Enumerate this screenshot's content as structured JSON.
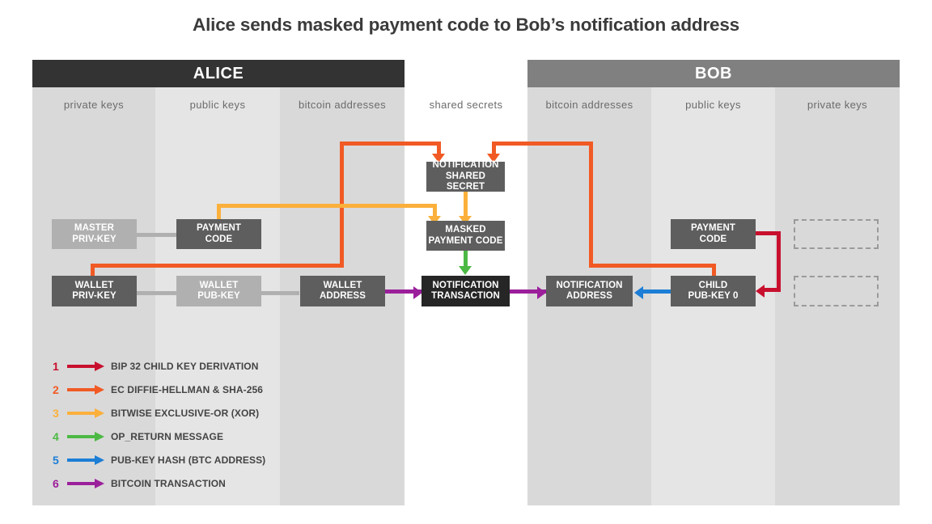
{
  "title": "Alice sends masked payment code to Bob’s notification address",
  "parties": [
    {
      "name": "ALICE",
      "color": "#333333"
    },
    {
      "name": "BOB",
      "color": "#808080"
    }
  ],
  "columns": [
    {
      "id": "alice-private-keys",
      "label": "private keys"
    },
    {
      "id": "alice-public-keys",
      "label": "public keys"
    },
    {
      "id": "alice-bitcoin-addresses",
      "label": "bitcoin addresses"
    },
    {
      "id": "shared-secrets",
      "label": "shared secrets"
    },
    {
      "id": "bob-bitcoin-addresses",
      "label": "bitcoin addresses"
    },
    {
      "id": "bob-public-keys",
      "label": "public keys"
    },
    {
      "id": "bob-private-keys",
      "label": "private keys"
    }
  ],
  "nodes": {
    "notification_shared_secret": {
      "line1": "NOTIFICATION",
      "line2": "SHARED SECRET"
    },
    "masked_payment_code": {
      "line1": "MASKED",
      "line2": "PAYMENT CODE"
    },
    "notification_transaction": {
      "line1": "NOTIFICATION",
      "line2": "TRANSACTION"
    },
    "alice_master_priv_key": {
      "line1": "MASTER",
      "line2": "PRIV-KEY"
    },
    "alice_payment_code": {
      "line1": "PAYMENT",
      "line2": "CODE"
    },
    "alice_wallet_priv_key": {
      "line1": "WALLET",
      "line2": "PRIV-KEY"
    },
    "alice_wallet_pub_key": {
      "line1": "WALLET",
      "line2": "PUB-KEY"
    },
    "alice_wallet_address": {
      "line1": "WALLET",
      "line2": "ADDRESS"
    },
    "bob_payment_code": {
      "line1": "PAYMENT",
      "line2": "CODE"
    },
    "bob_child_pub_key_0": {
      "line1": "CHILD",
      "line2": "PUB-KEY  0"
    },
    "bob_notification_address": {
      "line1": "NOTIFICATION",
      "line2": "ADDRESS"
    },
    "bob_ghost_priv_key_top": {
      "line1": "",
      "line2": ""
    },
    "bob_ghost_priv_key_bottom": {
      "line1": "",
      "line2": ""
    }
  },
  "legend": [
    {
      "num": "1",
      "label": "BIP 32 CHILD KEY DERIVATION",
      "color": "#c8102e"
    },
    {
      "num": "2",
      "label": "EC DIFFIE-HELLMAN & SHA-256",
      "color": "#f15a24"
    },
    {
      "num": "3",
      "label": "BITWISE EXCLUSIVE-OR (XOR)",
      "color": "#fbb03b"
    },
    {
      "num": "4",
      "label": "OP_RETURN MESSAGE",
      "color": "#4cb944"
    },
    {
      "num": "5",
      "label": "PUB-KEY HASH (BTC ADDRESS)",
      "color": "#1c7ed6"
    },
    {
      "num": "6",
      "label": "BITCOIN TRANSACTION",
      "color": "#9b1f9b"
    }
  ],
  "palette": {
    "bip32_red": "#c8102e",
    "ecdh_orange": "#f15a24",
    "xor_yellow": "#fbb03b",
    "opreturn_green": "#4cb944",
    "pubkeyhash_blue": "#1c7ed6",
    "transaction_purple": "#9b1f9b",
    "band_dark": "#d9d9d9",
    "band_light": "#e5e5e5",
    "node_dark": "#5e5e5e",
    "node_black": "#262626",
    "node_light": "#b0b0b0",
    "title_text": "#3b3b3b"
  }
}
